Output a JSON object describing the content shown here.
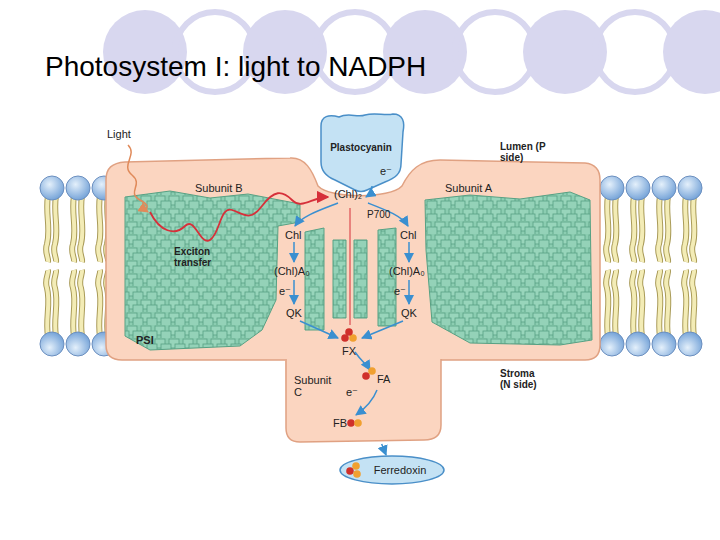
{
  "diagram": {
    "title": "Photosystem I: light to NADPH",
    "nodes": [
      {
        "text": [
          "Plastocyanin"
        ]
      },
      {
        "text": [
          "PSI"
        ]
      },
      {
        "text": [
          "Subunit C"
        ]
      },
      {
        "text": [
          "Ferredoxin"
        ]
      }
    ],
    "edges": [
      {
        "from": 2,
        "to": 3,
        "arrow": "to"
      }
    ],
    "labels": [
      "Light",
      "Subunit B",
      "Subunit A",
      "Lumen (P side)",
      "(Chl)₂",
      "P700",
      "Exciton transfer",
      "Chl",
      "Chl",
      "(Chl)A₀",
      "(Chl)A₀",
      "e⁻",
      "e⁻",
      "e⁻",
      "QK",
      "QK",
      "FX",
      "FA",
      "e⁻",
      "FB",
      "Stroma (N side)"
    ]
  }
}
